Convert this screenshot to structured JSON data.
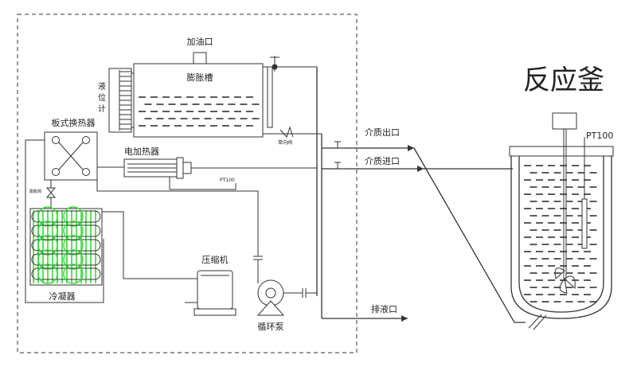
{
  "labels": {
    "oil_filler": "加油口",
    "expansion_tank": "膨胀槽",
    "level_gauge_1": "液",
    "level_gauge_2": "位",
    "level_gauge_3": "计",
    "plate_exchanger": "板式换热器",
    "electric_heater": "电加热器",
    "check_valve": "单向阀",
    "pt100_small": "PT100",
    "medium_outlet": "介质出口",
    "medium_inlet": "介质进口",
    "compressor": "压缩机",
    "condenser": "冷凝器",
    "circulation_pump": "循环泵",
    "drain_outlet": "排液口",
    "reactor": "反应釜",
    "pt100_reactor": "PT100",
    "expansion_valve": "膨胀阀"
  },
  "colors": {
    "line": "#333333",
    "coil": "#39d639",
    "background": "#ffffff"
  }
}
